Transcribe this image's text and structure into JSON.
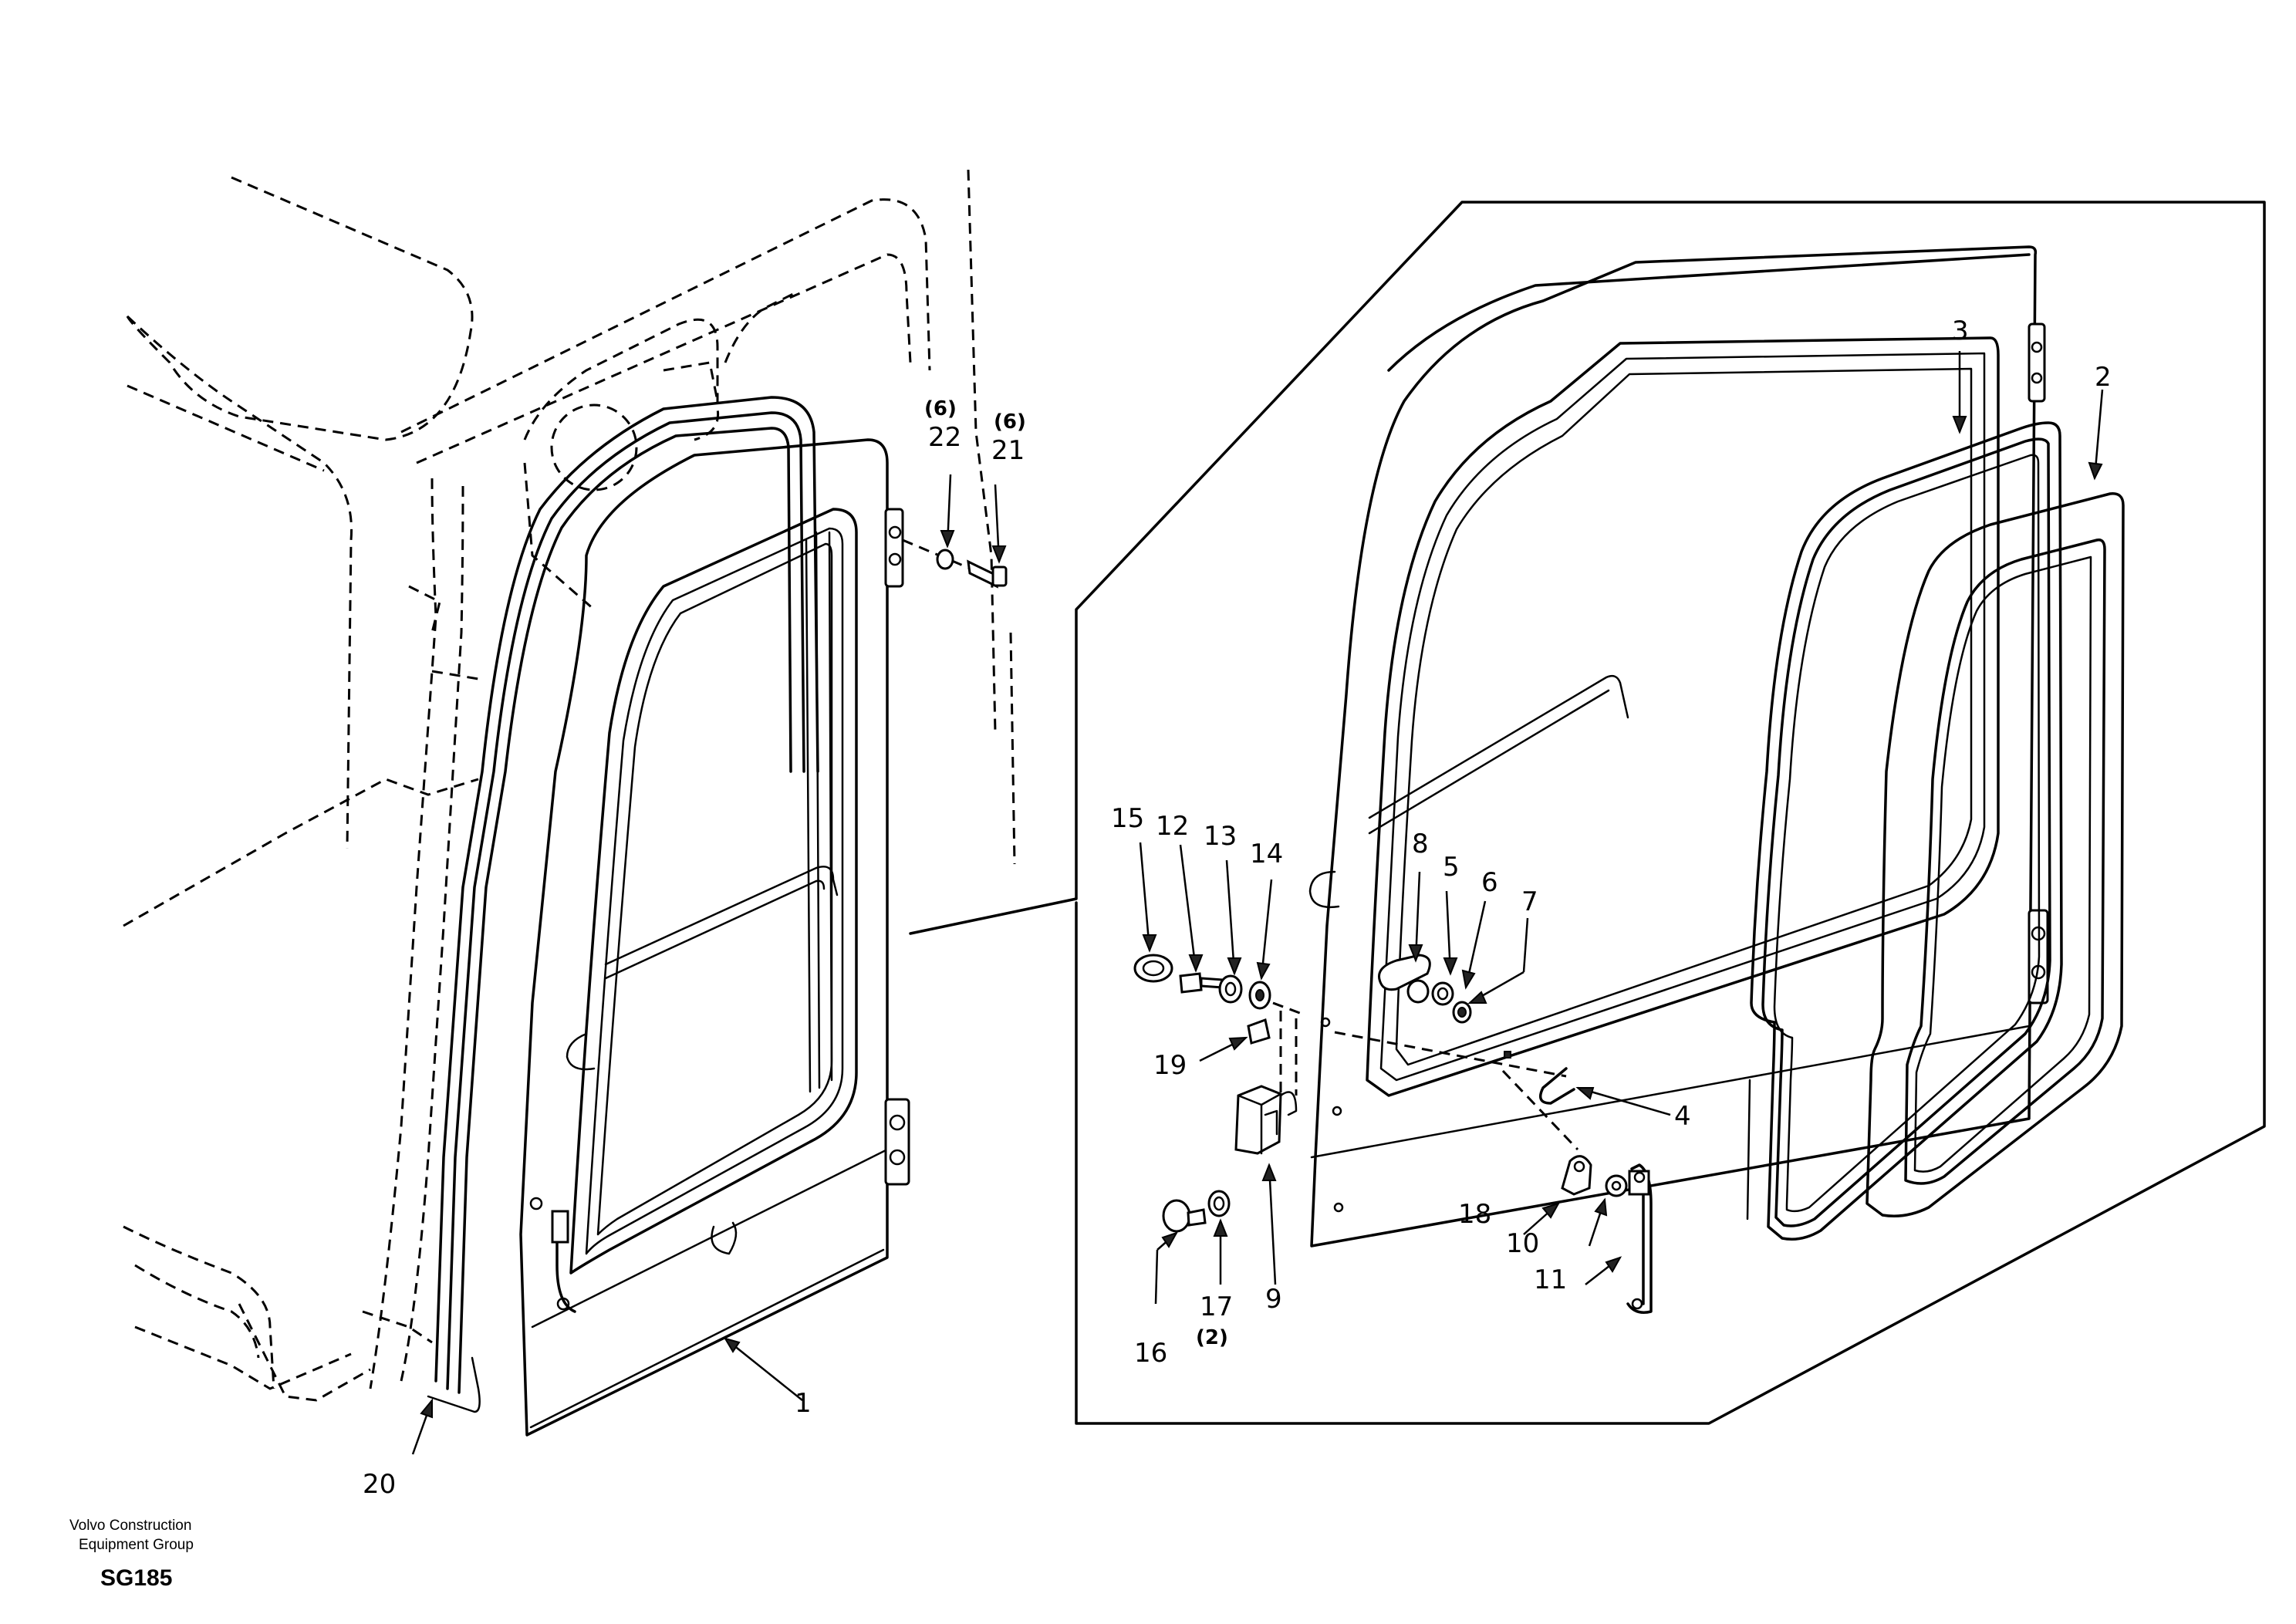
{
  "diagram": {
    "labels": [
      {
        "id": "1",
        "text": "1"
      },
      {
        "id": "2",
        "text": "2"
      },
      {
        "id": "3",
        "text": "3"
      },
      {
        "id": "4",
        "text": "4"
      },
      {
        "id": "5",
        "text": "5"
      },
      {
        "id": "6",
        "text": "6"
      },
      {
        "id": "7",
        "text": "7"
      },
      {
        "id": "8",
        "text": "8"
      },
      {
        "id": "9",
        "text": "9"
      },
      {
        "id": "10",
        "text": "10"
      },
      {
        "id": "11",
        "text": "11"
      },
      {
        "id": "12",
        "text": "12"
      },
      {
        "id": "13",
        "text": "13"
      },
      {
        "id": "14",
        "text": "14"
      },
      {
        "id": "15",
        "text": "15"
      },
      {
        "id": "16",
        "text": "16"
      },
      {
        "id": "17",
        "text": "17"
      },
      {
        "id": "18",
        "text": "18"
      },
      {
        "id": "19",
        "text": "19"
      },
      {
        "id": "20",
        "text": "20"
      },
      {
        "id": "21",
        "text": "21"
      },
      {
        "id": "22",
        "text": "22"
      }
    ],
    "quantities": {
      "q21": "(6)",
      "q22": "(6)",
      "q17": "(2)"
    }
  },
  "footer": {
    "company_line1": "Volvo Construction",
    "company_line2": "Equipment Group",
    "code": "SG185"
  }
}
